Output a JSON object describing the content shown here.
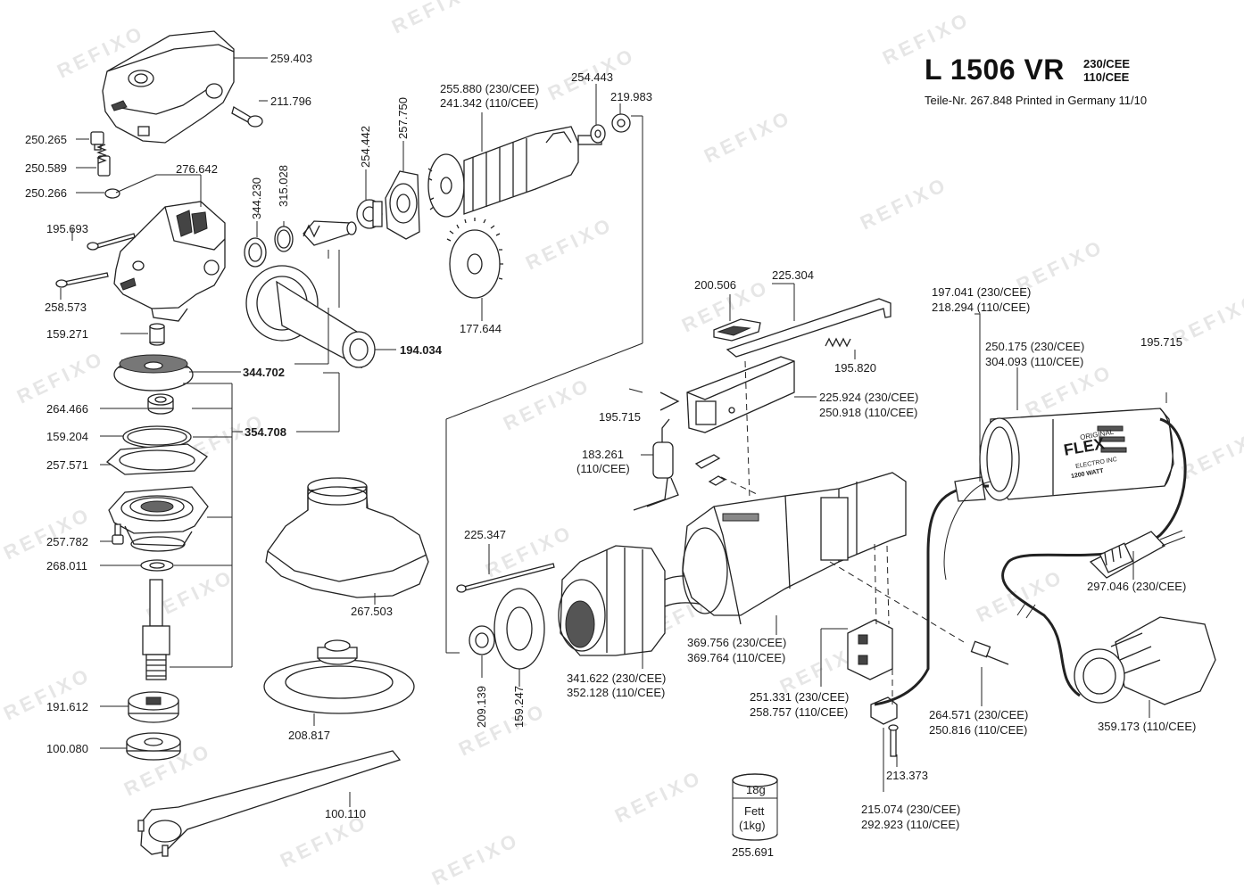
{
  "title": {
    "model": "L 1506 VR",
    "variants": [
      "230/CEE",
      "110/CEE"
    ],
    "subtitle": "Teile-Nr. 267.848  Printed in Germany 11/10"
  },
  "watermark": "REFIXO",
  "labels": {
    "p259403": "259.403",
    "p211796": "211.796",
    "p250265": "250.265",
    "p250589": "250.589",
    "p250266": "250.266",
    "p276642": "276.642",
    "p195693": "195.693",
    "p258573": "258.573",
    "p159271": "159.271",
    "p344702": "344.702",
    "p264466": "264.466",
    "p159204": "159.204",
    "p257571": "257.571",
    "p354708": "354.708",
    "p257782": "257.782",
    "p268011": "268.011",
    "p191612": "191.612",
    "p100080": "100.080",
    "p100110": "100.110",
    "p344230": "344.230",
    "p315028": "315.028",
    "p254442": "254.442",
    "p257750": "257.750",
    "p194034": "194.034",
    "p255880": "255.880  (230/CEE)",
    "p241342": "241.342  (110/CEE)",
    "p254443": "254.443",
    "p219983": "219.983",
    "p177644": "177.644",
    "p267503": "267.503",
    "p208817": "208.817",
    "p200506": "200.506",
    "p225304": "225.304",
    "p195820": "195.820",
    "p225924": "225.924  (230/CEE)",
    "p250918": "250.918  (110/CEE)",
    "p195715a": "195.715",
    "p183261": "183.261",
    "p110cee": "(110/CEE)",
    "p225347": "225.347",
    "p209139": "209.139",
    "p159247": "159.247",
    "p341622": "341.622 (230/CEE)",
    "p352128": "352.128 (110/CEE)",
    "p369756": "369.756 (230/CEE)",
    "p369764": "369.764 (110/CEE)",
    "p251331": "251.331 (230/CEE)",
    "p258757": "258.757 (110/CEE)",
    "p213373": "213.373",
    "p215074": "215.074  (230/CEE)",
    "p292923": "292.923  (110/CEE)",
    "p264571": "264.571 (230/CEE)",
    "p250816": "250.816 (110/CEE)",
    "p197041": "197.041 (230/CEE)",
    "p218294": "218.294 (110/CEE)",
    "p250175": "250.175 (230/CEE)",
    "p304093": "304.093 (110/CEE)",
    "p195715b": "195.715",
    "p297046": "297.046 (230/CEE)",
    "p359173": "359.173 (110/CEE)",
    "p255691": "255.691"
  },
  "grease": {
    "weight": "18g",
    "name": "Fett",
    "amount": "(1kg)"
  },
  "motor_housing_text": {
    "brand": "FLEX",
    "line1": "ORIGINAL",
    "line2": "ELECTRO INC",
    "line3": "1200 WATT"
  }
}
